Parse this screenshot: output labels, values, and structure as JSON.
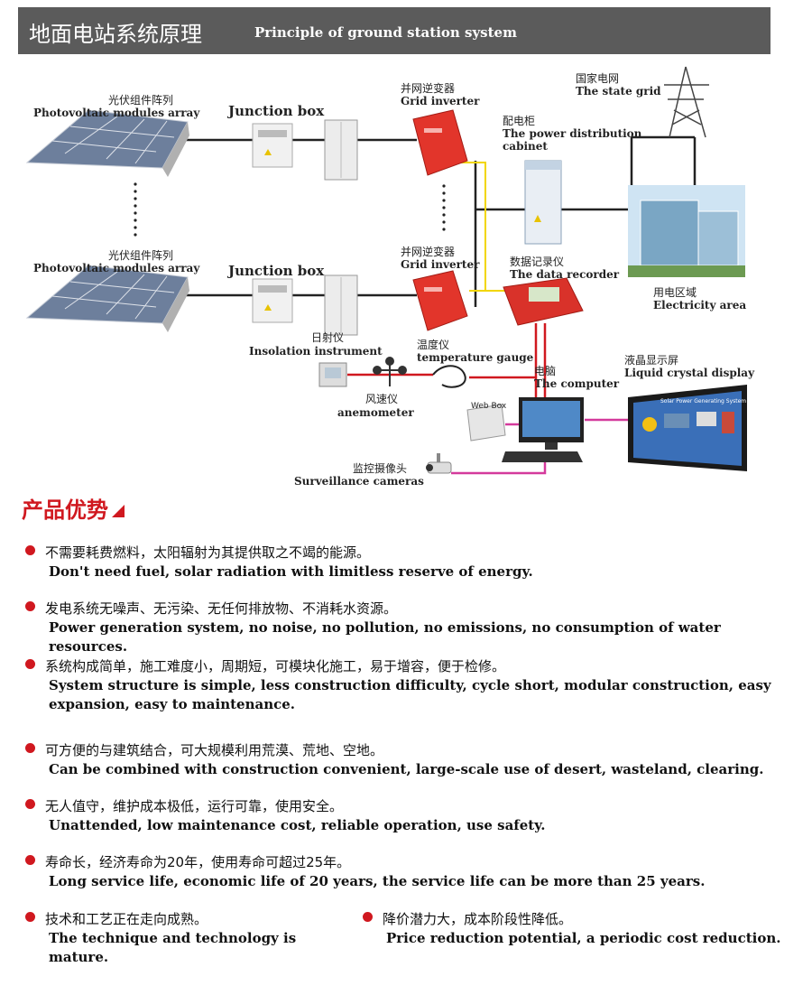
{
  "header": {
    "title_zh": "地面电站系统原理",
    "title_en": "Principle of ground station system"
  },
  "diagram": {
    "pv_top": {
      "zh": "光伏组件阵列",
      "en": "Photovoltaic modules array"
    },
    "pv_bottom": {
      "zh": "光伏组件阵列",
      "en": "Photovoltaic modules array"
    },
    "junction_top": "Junction box",
    "junction_bottom": "Junction box",
    "inverter_top": {
      "zh": "并网逆变器",
      "en": "Grid inverter"
    },
    "inverter_bottom": {
      "zh": "并网逆变器",
      "en": "Grid inverter"
    },
    "state_grid": {
      "zh": "国家电网",
      "en": "The state grid"
    },
    "distribution": {
      "zh": "配电柜",
      "en1": "The power distribution",
      "en2": "cabinet"
    },
    "recorder": {
      "zh": "数据记录仪",
      "en": "The data recorder"
    },
    "electricity": {
      "zh": "用电区域",
      "en": "Electricity area"
    },
    "insolation": {
      "zh": "日射仪",
      "en": "Insolation instrument"
    },
    "temperature": {
      "zh": "温度仪",
      "en": "temperature gauge"
    },
    "computer": {
      "zh": "电脑",
      "en": "The computer"
    },
    "lcd": {
      "zh": "液晶显示屏",
      "en": "Liquid crystal display"
    },
    "anemometer": {
      "zh": "风速仪",
      "en": "anemometer"
    },
    "webbox": "Web Box",
    "camera": {
      "zh": "监控摄像头",
      "en": "Surveillance cameras"
    },
    "lcd_screen_title": "Solar Power Generating System",
    "colors": {
      "line": "#222222",
      "yellow": "#f2d600",
      "red": "#d0181f",
      "pink": "#d43a9c",
      "inverter": "#e2352b"
    }
  },
  "advantages": {
    "title": "产品优势",
    "items": [
      {
        "zh": "不需要耗费燃料，太阳辐射为其提供取之不竭的能源。",
        "en": "Don't need fuel, solar radiation with limitless reserve of energy."
      },
      {
        "zh": "发电系统无噪声、无污染、无任何排放物、不消耗水资源。",
        "en": "Power generation system, no noise, no pollution, no emissions, no consumption of water resources."
      },
      {
        "zh": "系统构成简单，施工难度小，周期短，可模块化施工，易于增容，便于检修。",
        "en": "System structure is simple, less construction difficulty, cycle short, modular construction, easy expansion, easy to maintenance."
      },
      {
        "zh": "可方便的与建筑结合，可大规模利用荒漠、荒地、空地。",
        "en": "Can be combined with construction convenient, large-scale use of desert, wasteland, clearing."
      },
      {
        "zh": "无人值守，维护成本极低，运行可靠，使用安全。",
        "en": "Unattended, low maintenance cost, reliable operation, use safety."
      },
      {
        "zh": "寿命长，经济寿命为20年，使用寿命可超过25年。",
        "en": "Long service life, economic life of 20 years, the service life can be more than 25 years."
      },
      {
        "zh": "技术和工艺正在走向成熟。",
        "en": "The technique and technology is mature."
      },
      {
        "zh": "降价潜力大，成本阶段性降低。",
        "en": "Price reduction potential, a periodic cost reduction."
      }
    ]
  }
}
